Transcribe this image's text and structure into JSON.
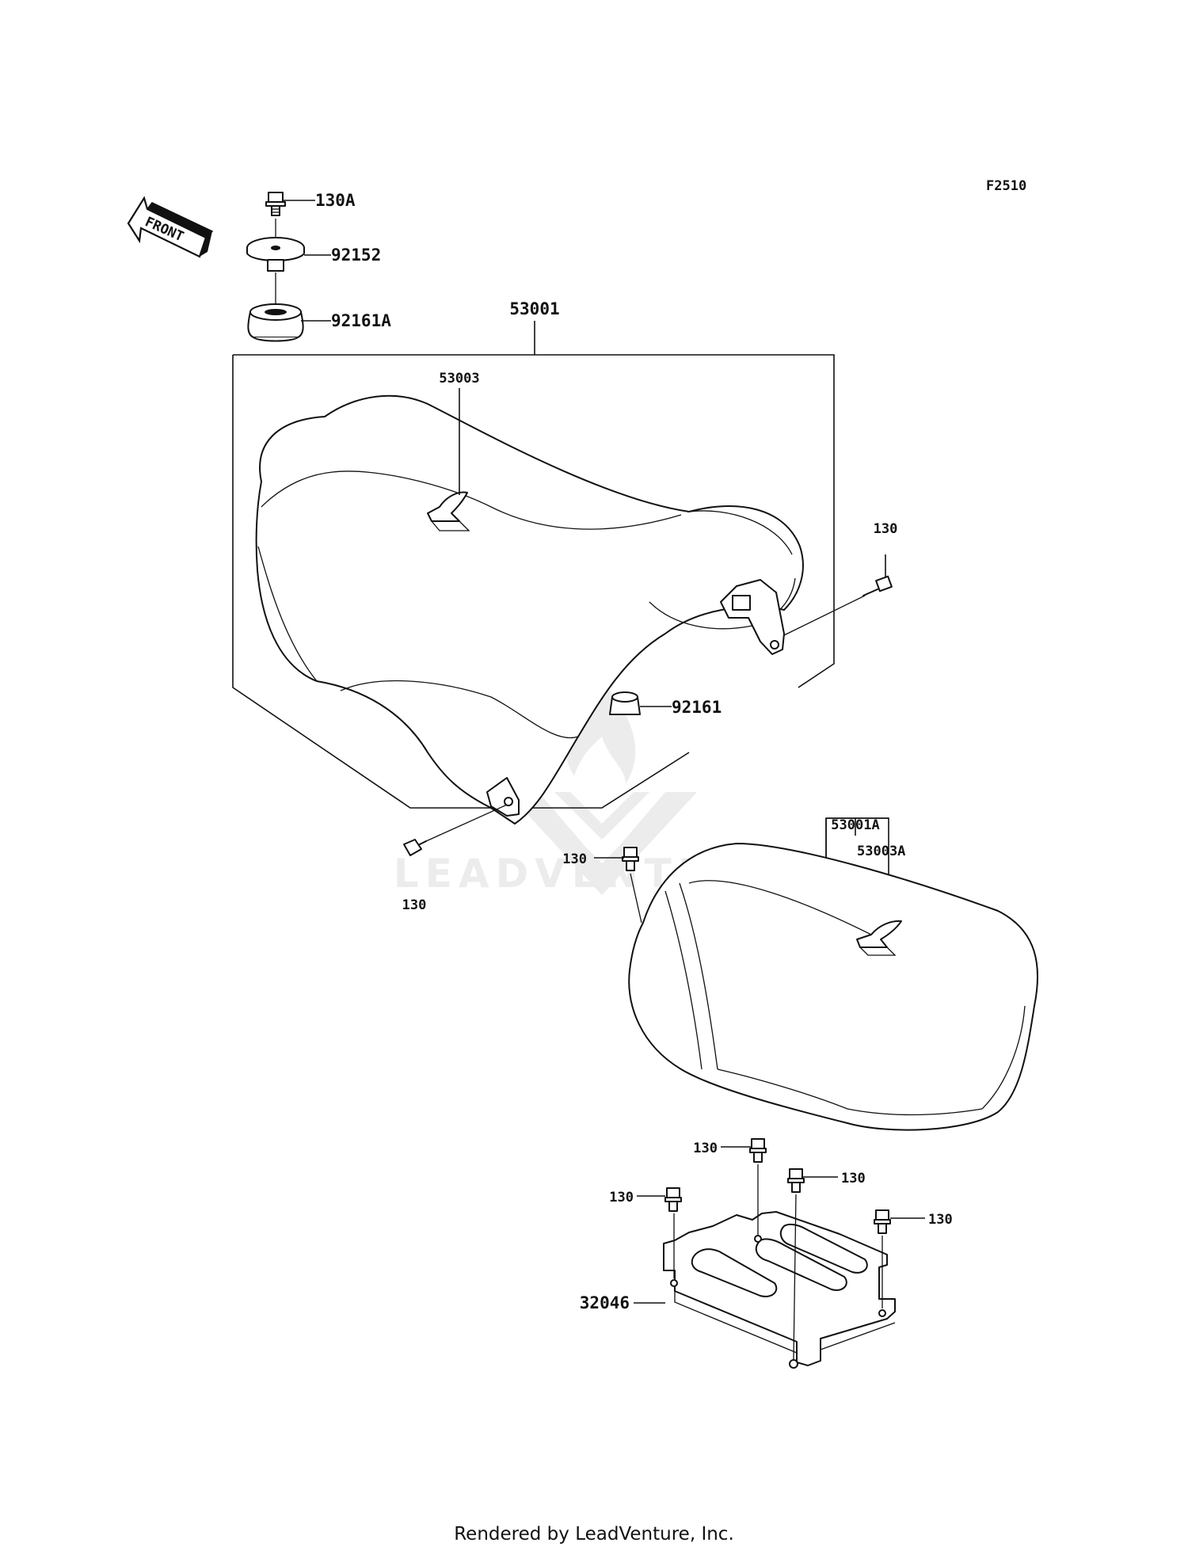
{
  "diagram_code": "F2510",
  "front_arrow_label": "FRONT",
  "watermark": "LEADVENTURE",
  "footer": "Rendered by LeadVenture, Inc.",
  "parts": {
    "p130A": "130A",
    "p92152": "92152",
    "p92161A": "92161A",
    "p53001": "53001",
    "p53003": "53003",
    "p130_right": "130",
    "p92161": "92161",
    "p130_left": "130",
    "p53001A": "53001A",
    "p53003A": "53003A",
    "p130_rear": "130",
    "p130_plate_top": "130",
    "p130_plate_mid": "130",
    "p130_plate_left": "130",
    "p130_plate_right": "130",
    "p32046": "32046"
  }
}
